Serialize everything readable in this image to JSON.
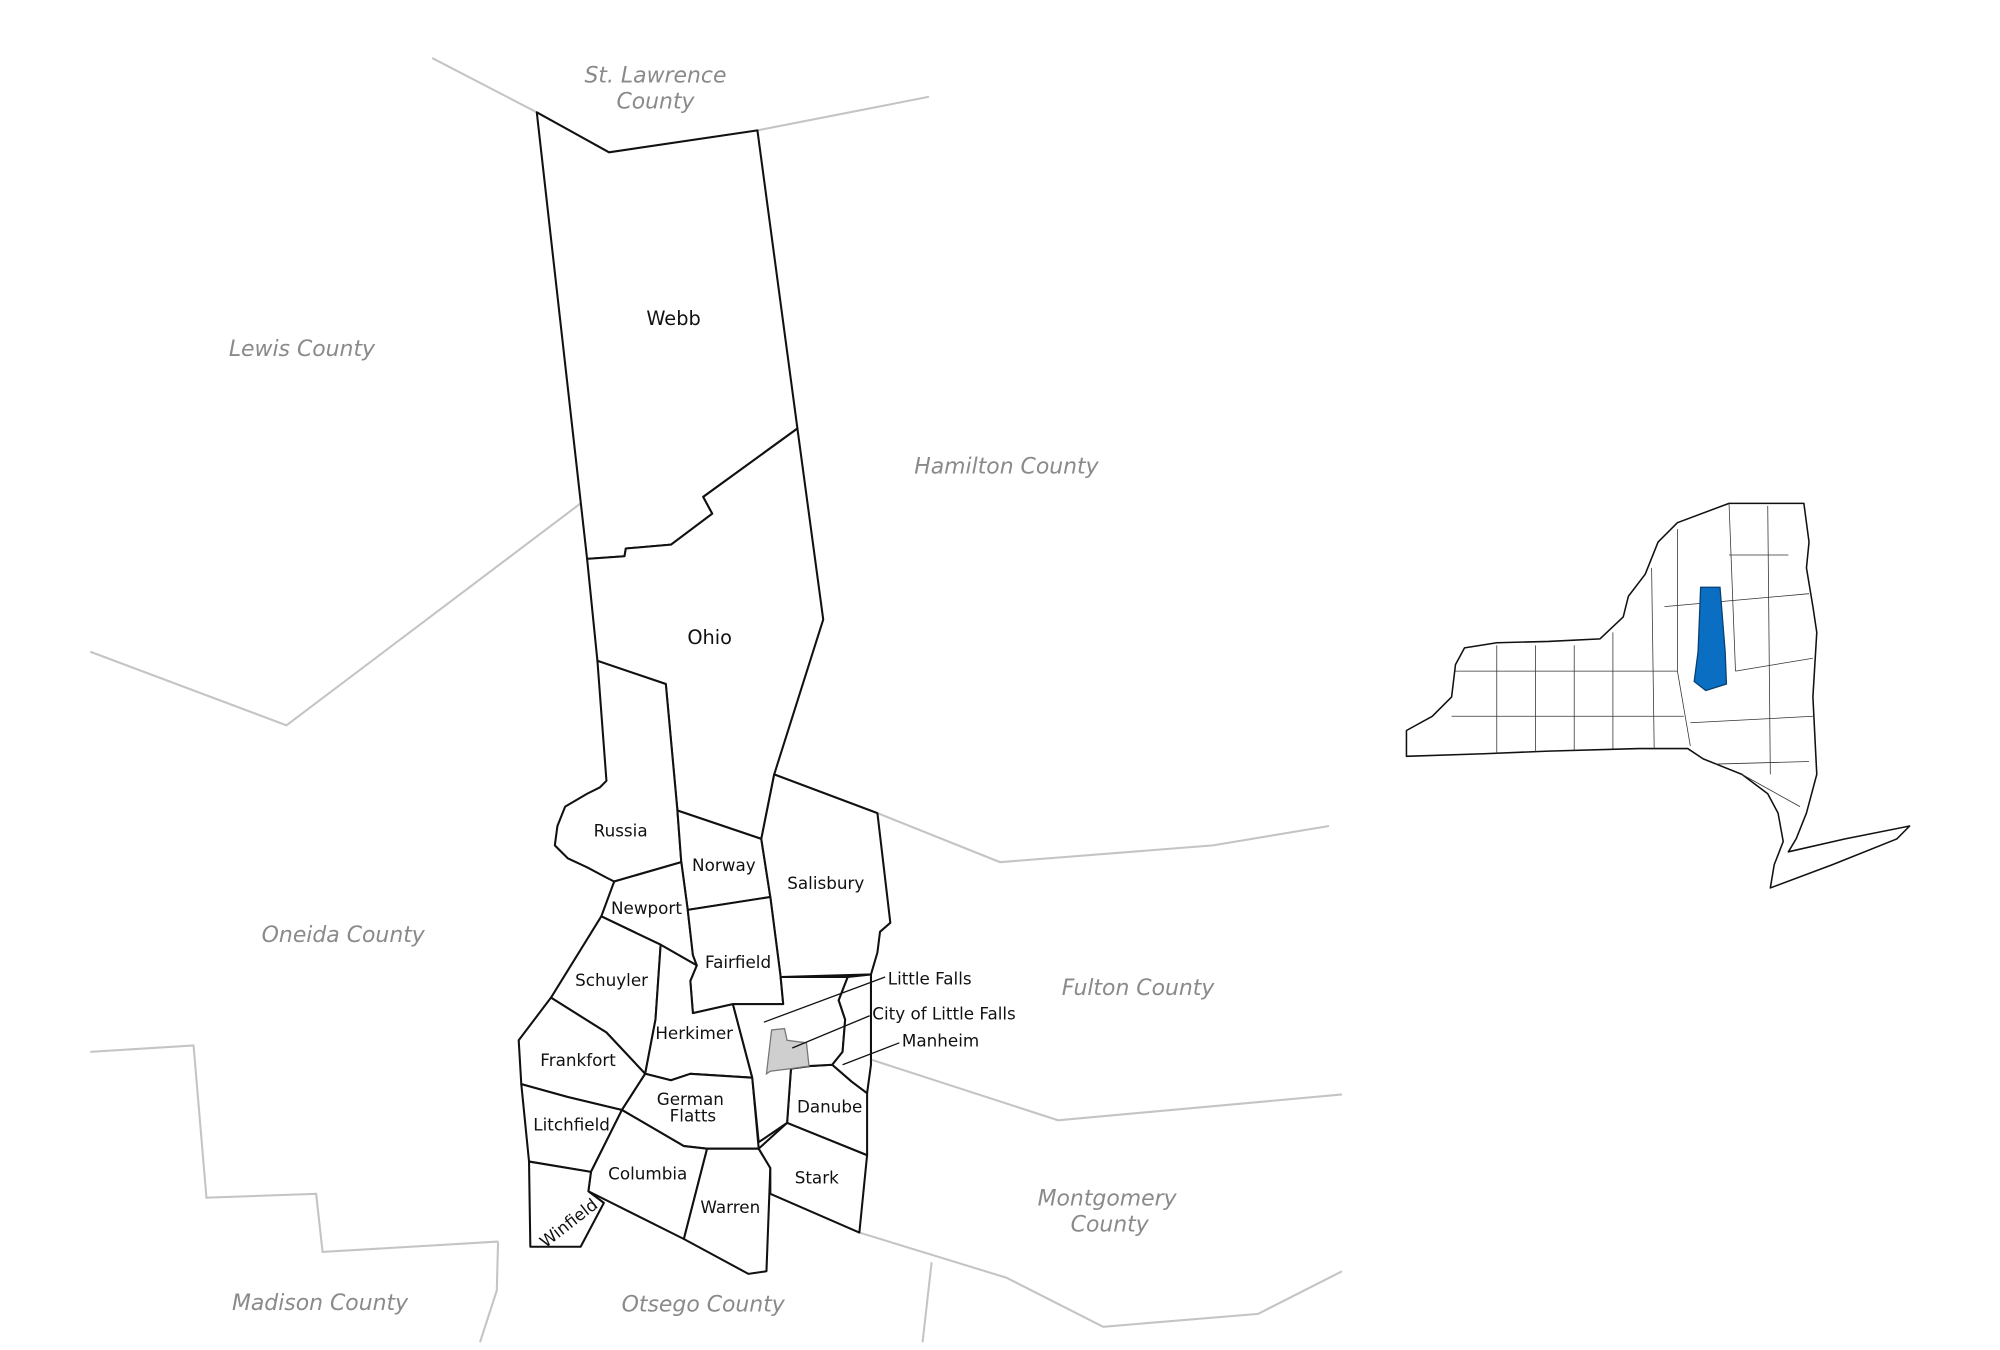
{
  "towns": {
    "webb": "Webb",
    "ohio": "Ohio",
    "russia": "Russia",
    "norway": "Norway",
    "salisbury": "Salisbury",
    "newport": "Newport",
    "fairfield": "Fairfield",
    "schuyler": "Schuyler",
    "herkimer": "Herkimer",
    "frankfort": "Frankfort",
    "german_flatts_1": "German",
    "german_flatts_2": "Flatts",
    "litchfield": "Litchfield",
    "columbia": "Columbia",
    "warren": "Warren",
    "winfield": "Winfield",
    "danube": "Danube",
    "stark": "Stark",
    "little_falls": "Little Falls",
    "city_of_little_falls": "City of Little Falls",
    "manheim": "Manheim"
  },
  "counties": {
    "st_lawrence_1": "St. Lawrence",
    "st_lawrence_2": "County",
    "lewis": "Lewis County",
    "hamilton": "Hamilton County",
    "oneida": "Oneida County",
    "fulton": "Fulton County",
    "montgomery_1": "Montgomery",
    "montgomery_2": "County",
    "madison": "Madison County",
    "otsego": "Otsego County"
  },
  "colors": {
    "highlight": "#0a6fc2",
    "city_fill": "#cfcfcf",
    "neighbor_line": "#c4c4c4"
  }
}
